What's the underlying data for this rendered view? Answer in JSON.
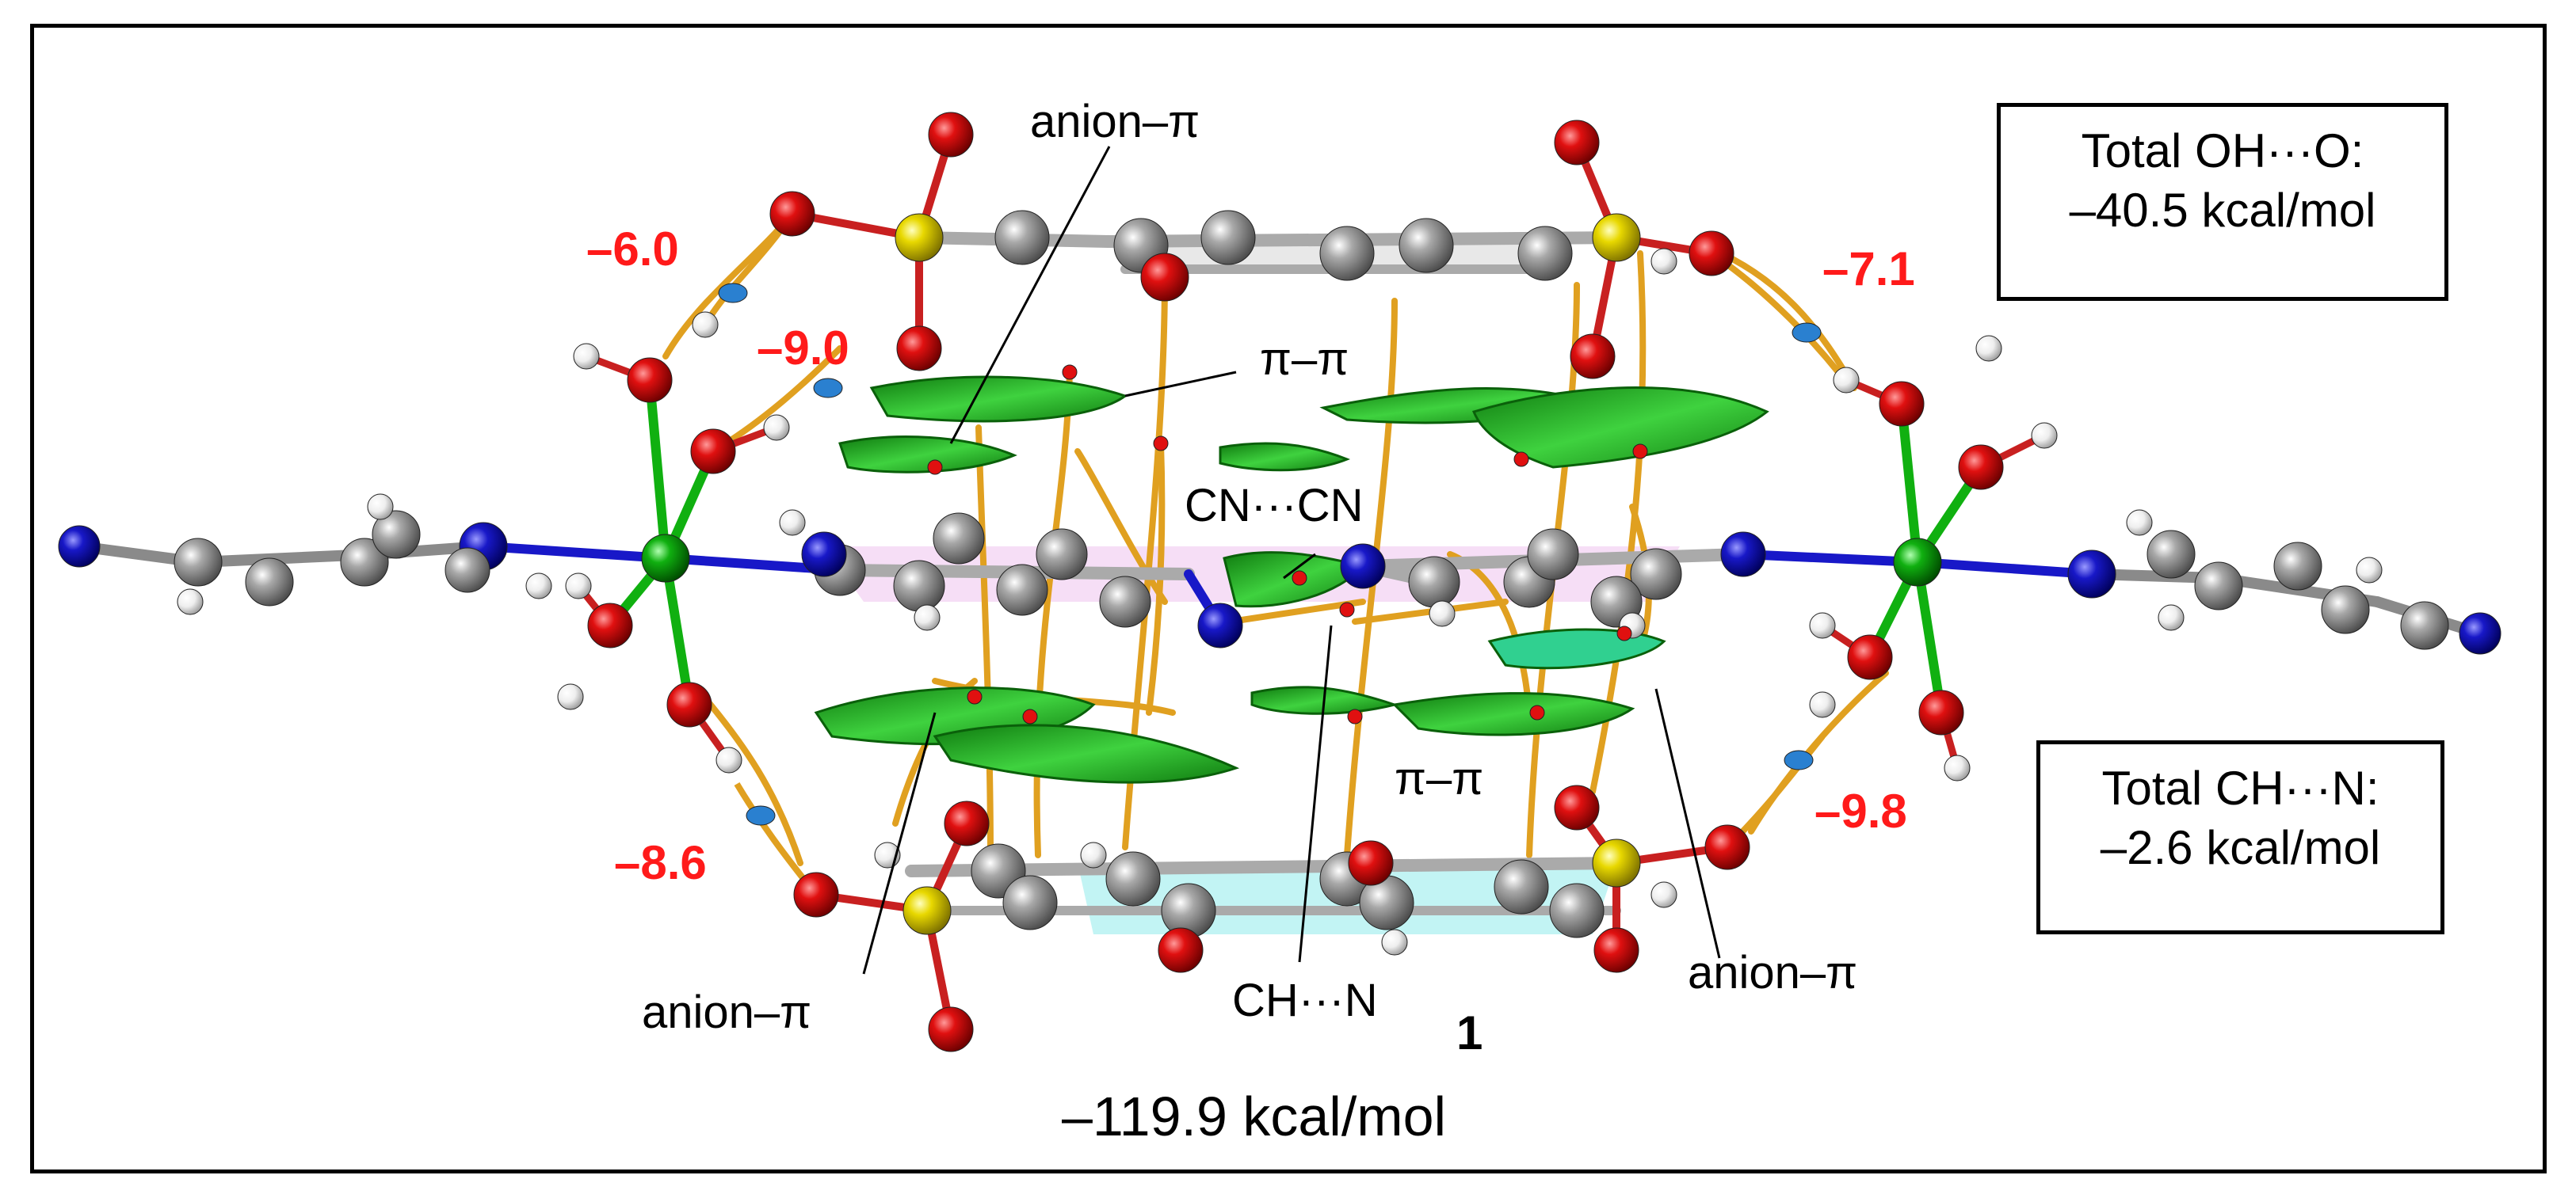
{
  "interaction_labels": {
    "anion_pi_top": "anion–π",
    "pi_pi_top": "π–π",
    "cn_cn": "CN···CN",
    "pi_pi_bottom": "π–π",
    "anion_pi_bottom_left": "anion–π",
    "ch_n": "CH···N",
    "anion_pi_bottom_right": "anion–π"
  },
  "hbond_energies": {
    "top_left_outer": "–6.0",
    "top_left_inner": "–9.0",
    "top_right": "–7.1",
    "bottom_left": "–8.6",
    "bottom_right": "–9.8"
  },
  "total_oh_o_box": {
    "line1": "Total OH···O:",
    "line2": "–40.5 kcal/mol"
  },
  "total_ch_n_box": {
    "line1": "Total CH···N:",
    "line2": "–2.6 kcal/mol"
  },
  "compound": {
    "number": "1",
    "total_energy": "–119.9 kcal/mol"
  },
  "colors": {
    "oxygen": "#e01010",
    "carbon": "#9a9a9a",
    "nitrogen": "#1a1ad0",
    "hydrogen": "#f2f2f2",
    "sulfur": "#e8d800",
    "metal": "#10b010",
    "bond_path": "#e0a020",
    "nci_surface": "#1fa01f",
    "energy_label": "#ff1a1a"
  }
}
